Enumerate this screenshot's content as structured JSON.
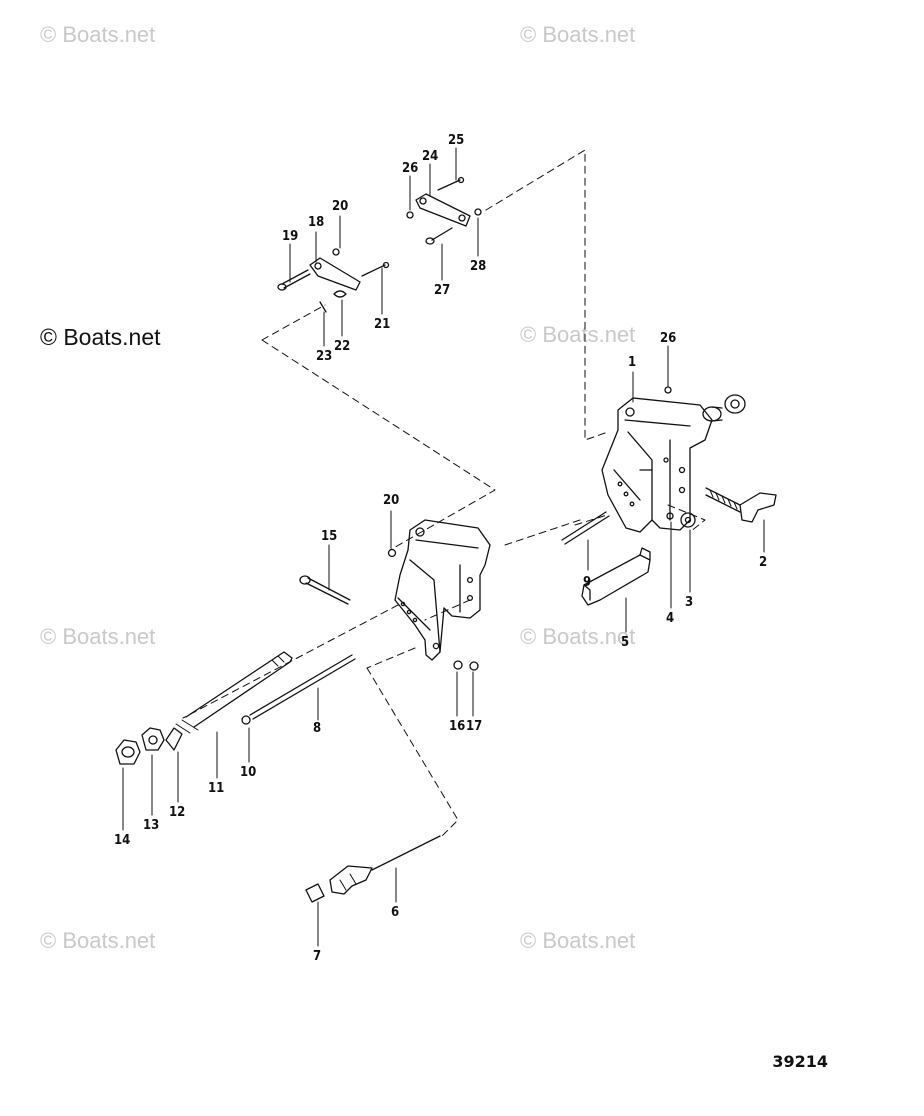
{
  "watermark": {
    "text": "© Boats.net",
    "main_text": "© Boats.net"
  },
  "diagram_number": "39214",
  "callouts": {
    "c1": "1",
    "c2": "2",
    "c3": "3",
    "c4": "4",
    "c5": "5",
    "c6": "6",
    "c7": "7",
    "c8": "8",
    "c9": "9",
    "c10": "10",
    "c11": "11",
    "c12": "12",
    "c13": "13",
    "c14": "14",
    "c15": "15",
    "c16": "16",
    "c17": "17",
    "c18": "18",
    "c19": "19",
    "c20a": "20",
    "c20b": "20",
    "c21": "21",
    "c22": "22",
    "c23": "23",
    "c24": "24",
    "c25": "25",
    "c26a": "26",
    "c26b": "26",
    "c27": "27",
    "c28": "28"
  },
  "colors": {
    "ink": "#111111",
    "watermark": "#c9c9c9",
    "background": "#ffffff"
  }
}
